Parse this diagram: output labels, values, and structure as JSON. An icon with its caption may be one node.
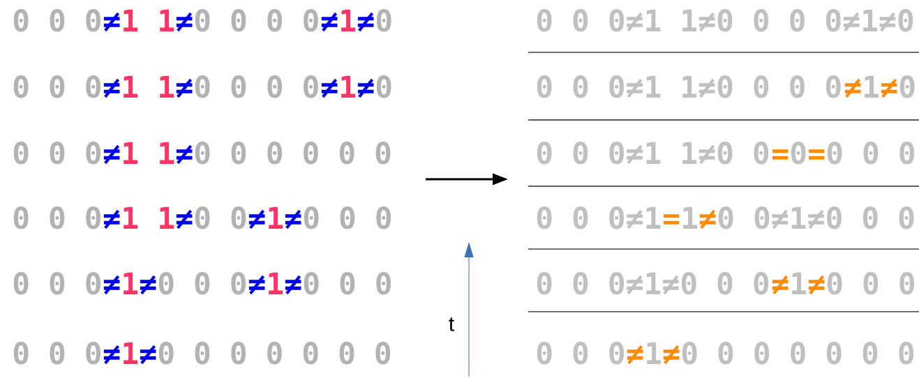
{
  "diagram": {
    "labels": [
      "0 0 0",
      "≠",
      "1",
      "1",
      "≠",
      "0 0 0 0",
      "≠",
      "1",
      "≠",
      "0",
      "0 0 0≠1 1≠0 0 0 0≠1≠0",
      "0 0 0",
      "≠",
      "1",
      "1",
      "≠",
      "0 0 0 0",
      "≠",
      "1",
      "≠",
      "0",
      "0 0 0≠1 1≠0 0 0 0",
      "≠",
      "1",
      "≠",
      "0",
      "0 0 0",
      "≠",
      "1",
      "1",
      "≠",
      "0 0 0 0 0 0",
      "0 0 0≠1 1≠0 0",
      "=",
      "0",
      "=",
      "0 0 0",
      "0 0 0",
      "≠",
      "1",
      "1",
      "≠",
      "0 0",
      "≠",
      "1",
      "≠",
      "0 0 0",
      "0 0 0≠1",
      "=",
      "1",
      "≠",
      "0 0≠1≠0 0 0",
      "0 0 0",
      "≠",
      "1",
      "≠",
      "0 0 0",
      "≠",
      "1",
      "≠",
      "0 0 0",
      "0 0 0≠1≠0 0 0",
      "≠",
      "1",
      "≠",
      "0 0 0",
      "0 0 0",
      "≠",
      "1",
      "≠",
      "0 0 0 0 0 0 0",
      "0 0 0",
      "≠",
      "1",
      "≠",
      "0 0 0 0 0 0 0",
      "t"
    ]
  }
}
